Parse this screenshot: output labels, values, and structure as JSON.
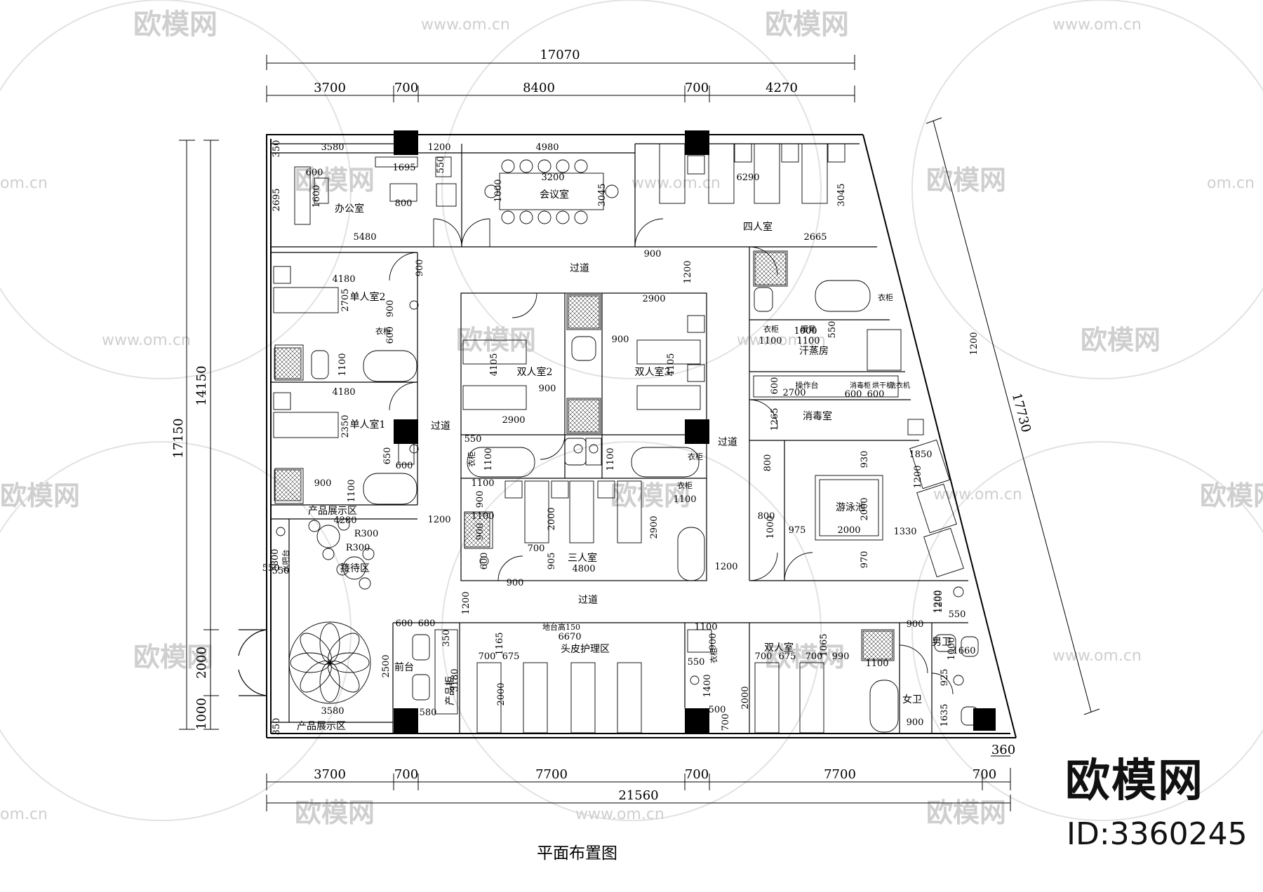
{
  "title": "平面布置图",
  "watermark": {
    "brand": "欧模网",
    "url": "www.om.cn",
    "short": "om.cn"
  },
  "logo": {
    "text": "欧模网",
    "id": "ID:3360245"
  },
  "dimensions": {
    "top_total": "17070",
    "top": [
      "3700",
      "700",
      "8400",
      "700",
      "4270"
    ],
    "bottom_total": "21560",
    "bottom": [
      "3700",
      "700",
      "7700",
      "700",
      "7700",
      "700"
    ],
    "bottom_extra": "360",
    "left_total": "17150",
    "left_main": "14150",
    "left_entry": "2000",
    "left_foot": "1000",
    "right_diag": "17730"
  },
  "rooms": {
    "office": "办公室",
    "meeting": "会议室",
    "four_person": "四人室",
    "single_2": "单人室2",
    "single_1": "单人室1",
    "double_2": "双人室2",
    "double_3": "双人室3",
    "triple": "三人室",
    "sauna": "汗蒸房",
    "disinfect": "消毒室",
    "pool": "游泳池",
    "reception": "接待区",
    "display_1": "产品展示区",
    "display_2": "产品展示区",
    "front_desk": "前台",
    "product_cab": "产品柜",
    "scalp": "头皮护理区",
    "double_room": "双人室",
    "men_wc": "男卫",
    "women_wc": "女卫",
    "corridor": "过道",
    "wardrobe": "衣柜",
    "heater": "暖凳",
    "workbench": "操作台",
    "disinfect_cab": "消毒柜",
    "dryer": "烘干机",
    "washer": "洗衣机",
    "water_bar": "水吧台",
    "floor_raise": "地台高150"
  },
  "labels": {
    "d3580a": "3580",
    "d1200a": "1200",
    "d4980": "4980",
    "d350a": "350",
    "d1695": "1695",
    "d550a": "550",
    "d600a": "600",
    "d1600": "1600",
    "d2695": "2695",
    "d800a": "800",
    "d3200": "3200",
    "d1000a": "1000",
    "d3045a": "3045",
    "d6290": "6290",
    "d3045b": "3045",
    "d5480": "5480",
    "d2665": "2665",
    "d900a": "900",
    "d900b": "900",
    "d1200b": "1200",
    "d4180a": "4180",
    "d2705": "2705",
    "d900c": "900",
    "d600b": "600",
    "d1100a": "1100",
    "d2900a": "2900",
    "d900d": "900",
    "d4105a": "4105",
    "d4105b": "4105",
    "d900e": "900",
    "d2900b": "2900",
    "d4180b": "4180",
    "d2350": "2350",
    "d650": "650",
    "d600c": "600",
    "d900f": "900",
    "d1100b": "1100",
    "d4280": "4280",
    "d550b": "550",
    "d1100c": "1100",
    "d1100d": "1100",
    "d900g": "900",
    "d1100e": "1100",
    "d900h": "900",
    "d1100f": "1100",
    "d2000a": "2000",
    "d2900c": "2900",
    "d700a": "700",
    "d905": "905",
    "d4800": "4800",
    "d900i": "900",
    "d1200c": "1200",
    "d1200d": "1200",
    "d1100g": "1100",
    "d1100h": "1100",
    "d550c": "550",
    "d1000b": "1000",
    "d1200e": "1200",
    "d600d": "600",
    "d2700": "2700",
    "d600e": "600",
    "d600f": "600",
    "d1265": "1265",
    "d1850": "1850",
    "d1200f": "1200",
    "d800b": "800",
    "d930": "930",
    "d800c": "800",
    "d1000c": "1000",
    "d975": "975",
    "d2000b": "2000",
    "d2000c": "2000",
    "d1330": "1330",
    "d970": "970",
    "d1200g": "1200",
    "d1000d": "1000",
    "d800d": "800",
    "d550d": "550",
    "d1200h": "1200",
    "d2000d": "2000",
    "d600g": "600",
    "d680": "680",
    "d350b": "350",
    "d1165": "1165",
    "d6670": "6670",
    "d700b": "700",
    "d675a": "675",
    "d3180": "3180",
    "d2500": "2500",
    "d2000e": "2000",
    "d580": "580",
    "d3580b": "3580",
    "d350c": "350",
    "d1100i": "1100",
    "d900j": "900",
    "d550e": "550",
    "d1400": "1400",
    "d500": "500",
    "d700c": "700",
    "d700d": "700",
    "d675b": "675",
    "d700e": "700",
    "d1065": "1065",
    "d990": "990",
    "d1100j": "1100",
    "d2000f": "2000",
    "d900k": "900",
    "d550f": "550",
    "d1660": "1660",
    "d1000e": "1000",
    "d925": "925",
    "d1635": "1635",
    "d900l": "900",
    "d550g": "550",
    "d1200i": "1200",
    "d1100k": "1100",
    "r300a": "R300",
    "r300b": "R300"
  },
  "colors": {
    "line": "#000000",
    "watermark": "#cfcfcf",
    "column": "#000000",
    "background": "#ffffff"
  }
}
